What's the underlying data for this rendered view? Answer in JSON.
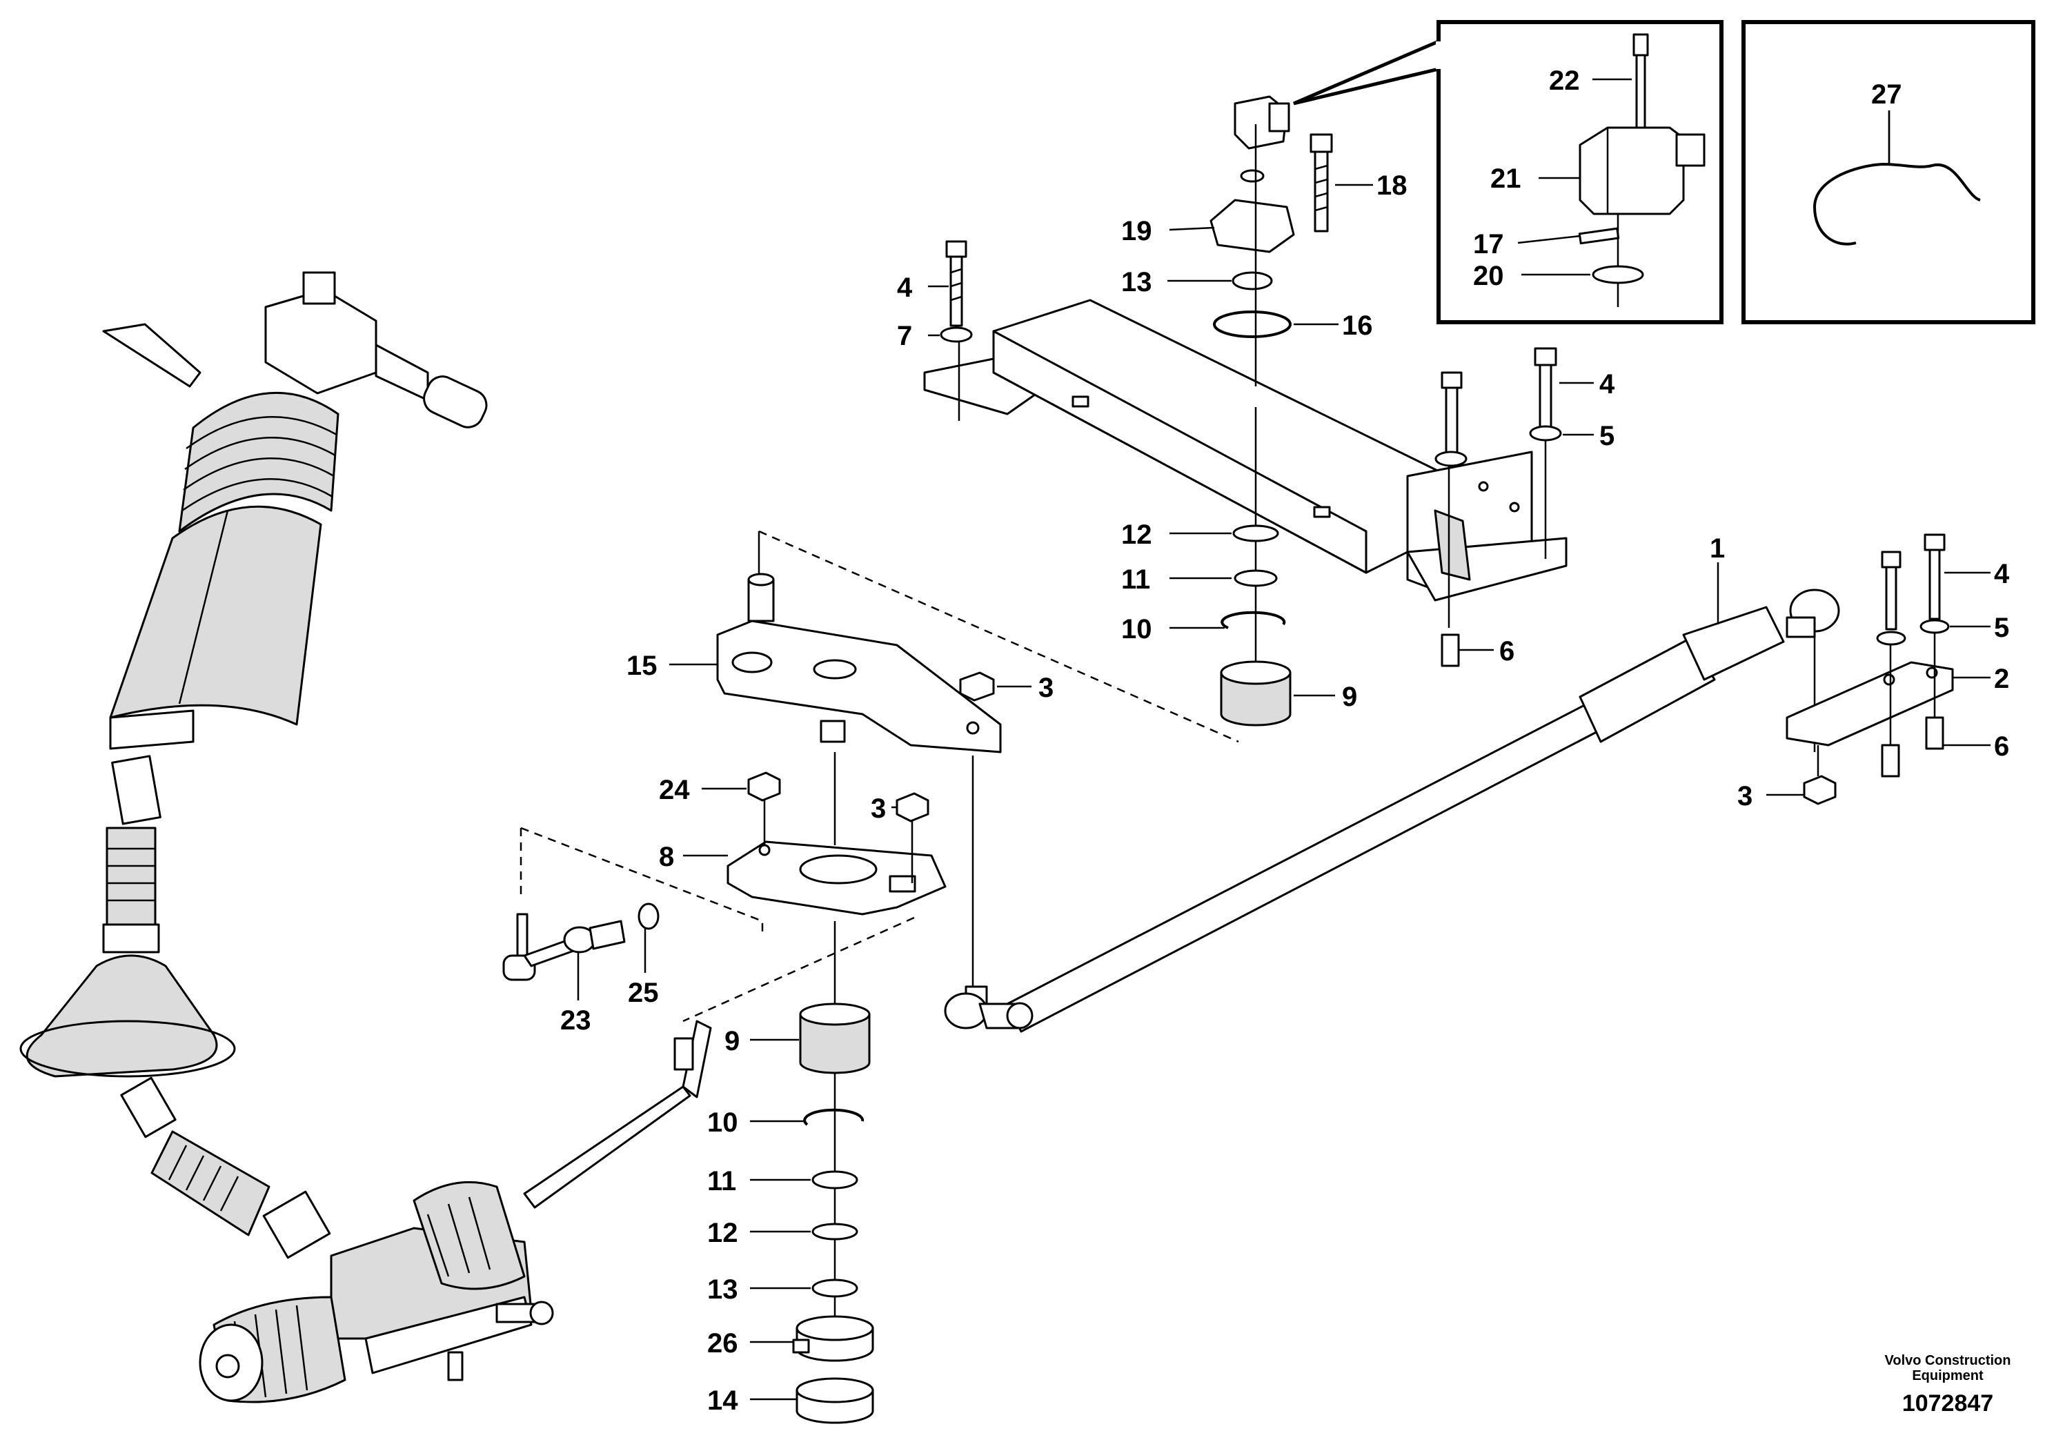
{
  "labels": {
    "l1": "1",
    "l2": "2",
    "l3a": "3",
    "l3b": "3",
    "l3c": "3",
    "l4a": "4",
    "l4b": "4",
    "l4c": "4",
    "l5a": "5",
    "l5b": "5",
    "l6a": "6",
    "l6b": "6",
    "l7": "7",
    "l8": "8",
    "l9a": "9",
    "l9b": "9",
    "l10a": "10",
    "l10b": "10",
    "l11a": "11",
    "l11b": "11",
    "l12a": "12",
    "l12b": "12",
    "l13a": "13",
    "l13b": "13",
    "l14": "14",
    "l15": "15",
    "l16": "16",
    "l17": "17",
    "l18": "18",
    "l19": "19",
    "l20": "20",
    "l21": "21",
    "l22": "22",
    "l23": "23",
    "l24": "24",
    "l25": "25",
    "l26": "26",
    "l27": "27"
  },
  "footer": {
    "credit_line1": "Volvo Construction",
    "credit_line2": "Equipment",
    "doc_number": "1072847"
  }
}
